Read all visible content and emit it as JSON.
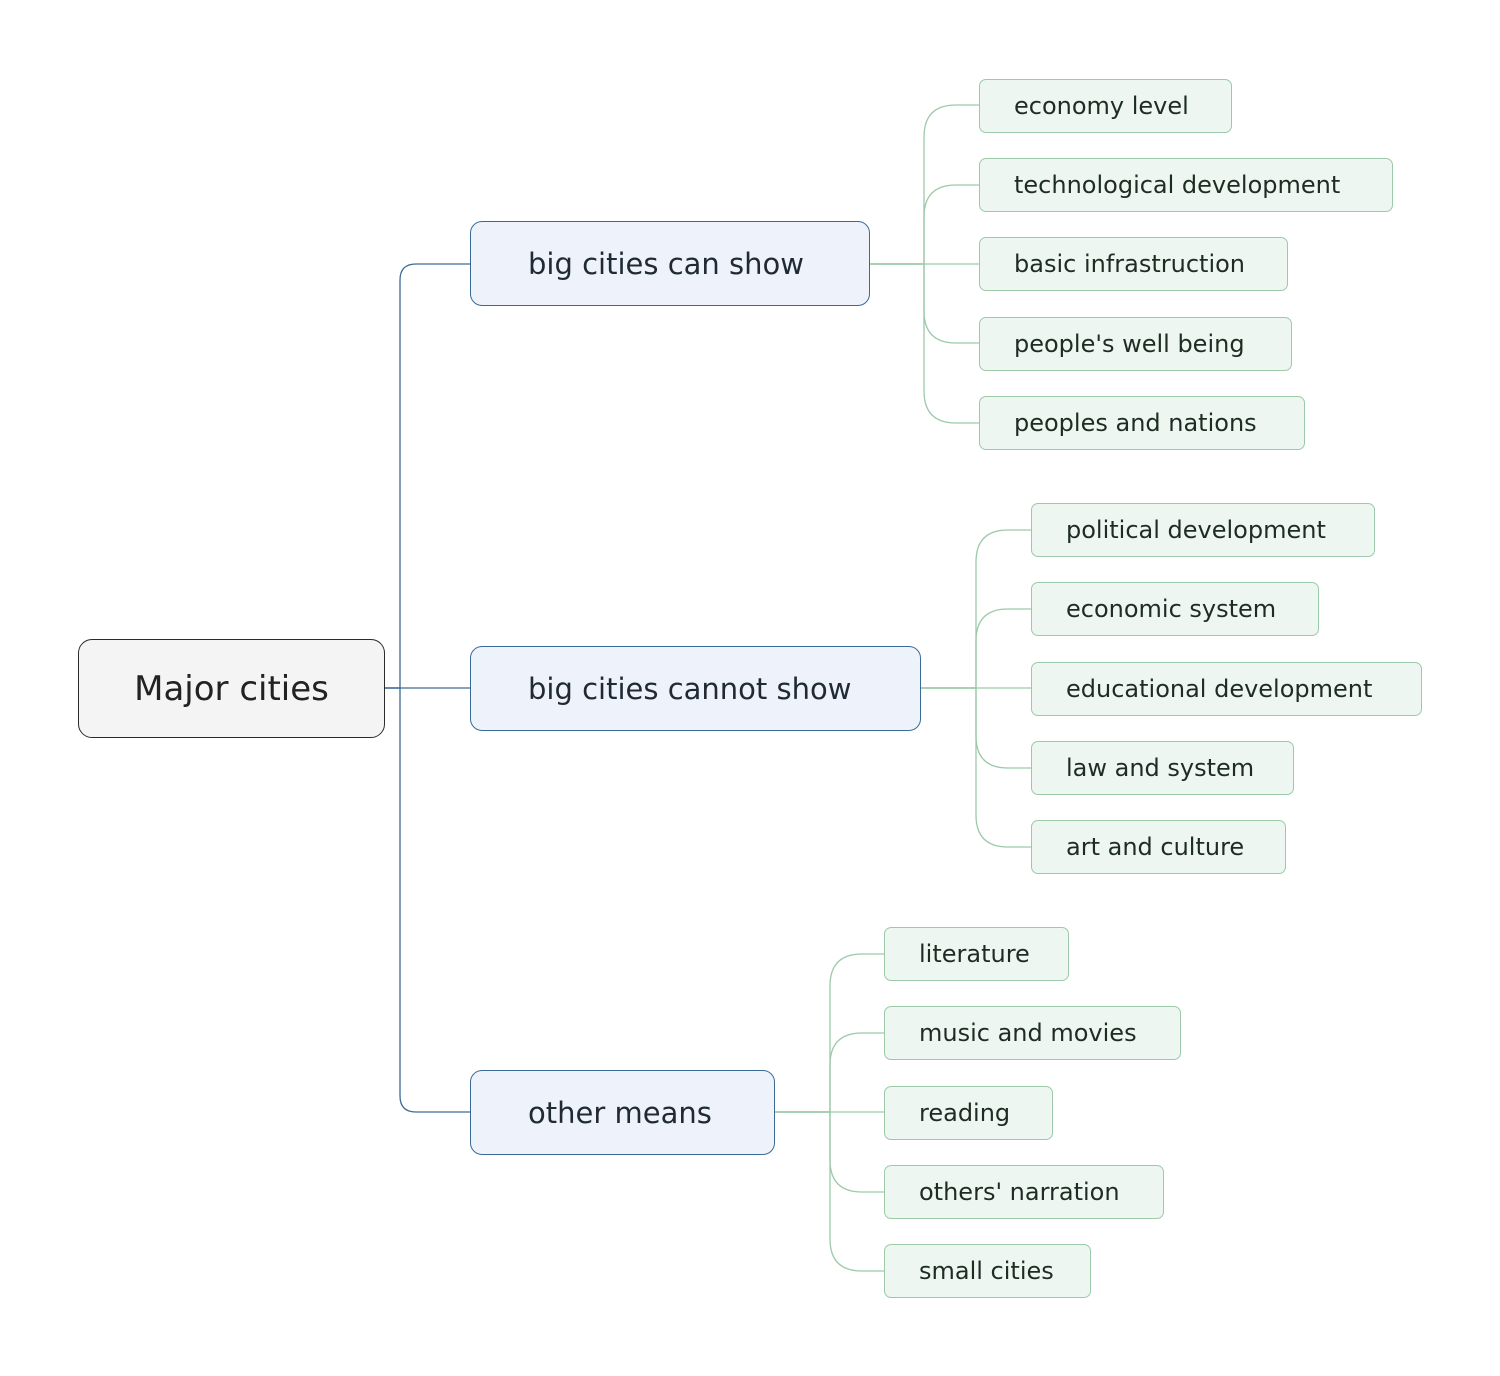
{
  "root": {
    "label": "Major cities"
  },
  "branches": [
    {
      "label": "big cities can show",
      "children": [
        "economy level",
        "technological development",
        "basic infrastruction",
        "people's well being",
        "peoples and nations"
      ]
    },
    {
      "label": "big cities cannot show",
      "children": [
        "political development",
        "economic system",
        "educational development",
        "law and system",
        "art and culture"
      ]
    },
    {
      "label": "other means",
      "children": [
        "literature",
        "music and movies",
        "reading",
        "others' narration",
        "small cities"
      ]
    }
  ],
  "colors": {
    "root_border": "#2b2b2b",
    "branch_border": "#3c6a96",
    "branch_fill": "#eef3fb",
    "leaf_border": "#9cc9a9",
    "leaf_fill": "#eef6f1",
    "root_connector": "#3c6a96",
    "leaf_connector": "#9cc9a9"
  }
}
